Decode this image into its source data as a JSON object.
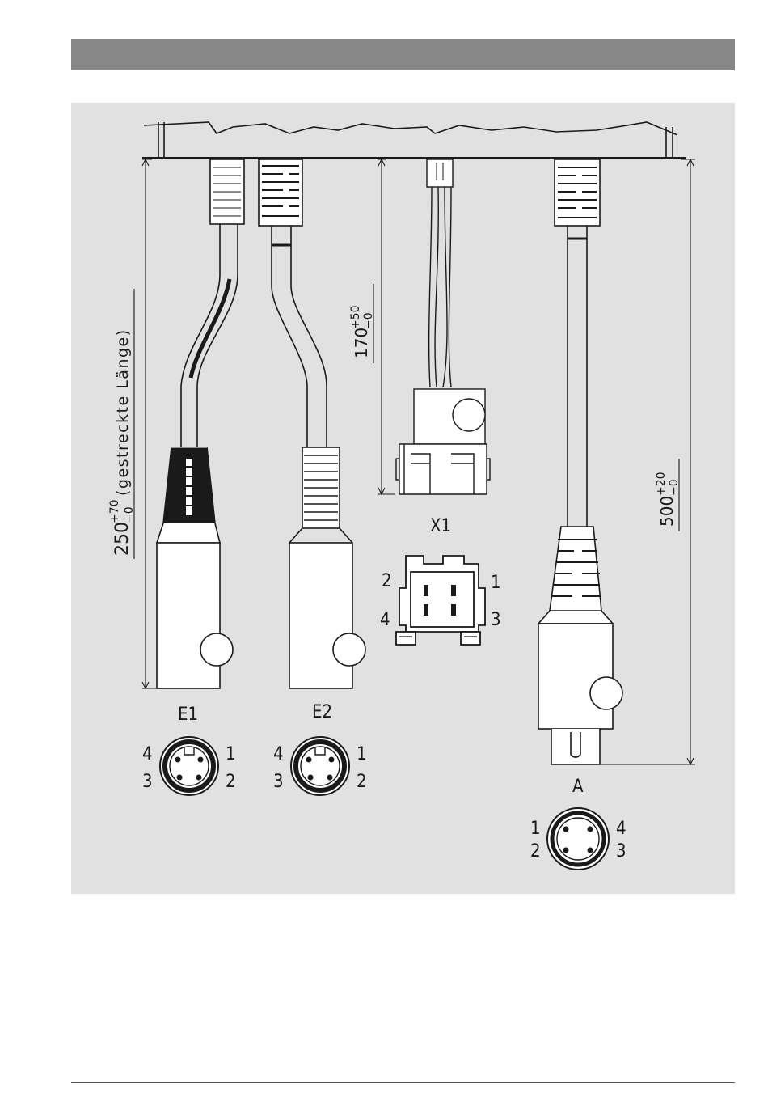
{
  "connectors": {
    "e1": {
      "label": "E1",
      "pins": [
        "4",
        "1",
        "3",
        "2"
      ]
    },
    "e2": {
      "label": "E2",
      "pins": [
        "4",
        "1",
        "3",
        "2"
      ]
    },
    "x1": {
      "label": "X1",
      "pins": [
        "2",
        "1",
        "4",
        "3"
      ]
    },
    "a": {
      "label": "A",
      "pins": [
        "1",
        "4",
        "2",
        "3"
      ]
    }
  },
  "dimensions": {
    "len_250_base": "250",
    "len_250_tol_plus": "+70",
    "len_250_tol_minus": "−0",
    "len_250_note": "(gestreckte Länge)",
    "len_170_base": "170",
    "len_170_tol_plus": "+50",
    "len_170_tol_minus": "−0",
    "len_500_base": "500",
    "len_500_tol_plus": "+20",
    "len_500_tol_minus": "−0"
  },
  "colors": {
    "header": "#878787",
    "panel": "#e1e1e1",
    "line": "#1a1a1a"
  }
}
